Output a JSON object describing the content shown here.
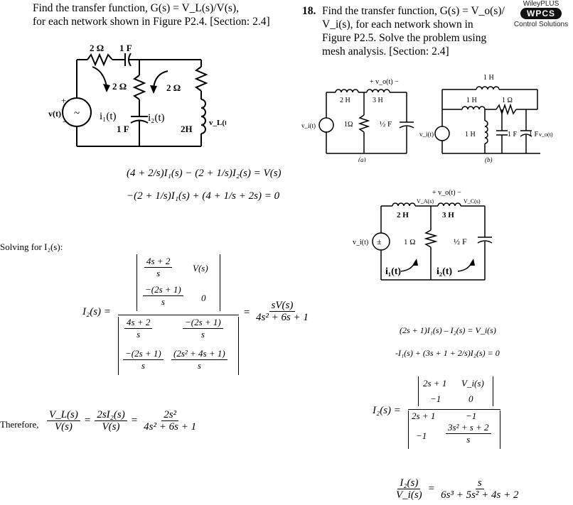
{
  "problem17": {
    "line1": "Find the transfer function, G(s) = V_L(s)/V(s),",
    "line2": "for each network shown in Figure P2.4. [Section: 2.4]"
  },
  "problem18": {
    "number": "18.",
    "line1": "Find the transfer function, G(s) = V_o(s)/",
    "line2": "V_i(s), for each network shown in",
    "line3": "Figure P2.5. Solve the problem using",
    "line4": "mesh analysis. [Section: 2.4]"
  },
  "brand": {
    "top": "WileyPLUS",
    "badge": "WPCS",
    "sub": "Control Solutions"
  },
  "circuit1": {
    "r1": "2 Ω",
    "c1": "1 F",
    "r2": "2 Ω",
    "r3": "2 Ω",
    "i1": "i₁(t)",
    "i2": "i₂(t)",
    "c2": "1 F",
    "l1": "2H",
    "vsrc": "v(t)",
    "vl": "v_L(t)",
    "plus": "+",
    "minus": "−"
  },
  "circuitA": {
    "vo": "+ v_o(t) −",
    "l1": "2 H",
    "l2": "3 H",
    "r": "1Ω",
    "c": "½ F",
    "vi": "v_i(t)",
    "label": "(a)"
  },
  "circuitB": {
    "l1": "1 H",
    "l2": "1 H",
    "r1": "1 Ω",
    "l3": "1 H",
    "c1": "1 F",
    "c2": "1 F",
    "vi": "v_i(t)",
    "vo": "v_o(t)",
    "label": "(b)"
  },
  "circuitC": {
    "vo": "+ v_o(t) −",
    "va": "V_A(s)",
    "vc": "V_C(s)",
    "l1": "2 H",
    "l2": "3 H",
    "r": "1 Ω",
    "c": "½ F",
    "vi": "v_i(t)",
    "i1": "i₁(t)",
    "i2": "i₂(t)"
  },
  "left_eqs": {
    "eq1": "(4 + 2/s)I₁(s) − (2 + 1/s)I₂(s) = V(s)",
    "eq2": "−(2 + 1/s)I₁(s) + (4 + 1/s + 2s) = 0",
    "solving": "Solving for I₂(s):",
    "i2_lhs": "I₂(s) =",
    "num_a_n": "4s + 2",
    "num_a_d": "s",
    "num_b": "V(s)",
    "num_c_n": "−(2s + 1)",
    "num_c_d": "s",
    "num_d": "0",
    "den_a_n": "4s + 2",
    "den_a_d": "s",
    "den_b_n": "−(2s + 1)",
    "den_b_d": "s",
    "den_c_n": "−(2s + 1)",
    "den_c_d": "s",
    "den_d_n": "(2s² + 4s + 1)",
    "den_d_d": "s",
    "eq_sign": "=",
    "res_n": "sV(s)",
    "res_d": "4s² + 6s + 1",
    "therefore": "Therefore,",
    "t_lhs_n": "V_L(s)",
    "t_lhs_d": "V(s)",
    "t_mid_n": "2sI₂(s)",
    "t_mid_d": "V(s)",
    "t_res_n": "2s²",
    "t_res_d": "4s² + 6s + 1"
  },
  "right_eqs": {
    "eq1": "(2s + 1)I₁(s) – I₂(s) = V_i(s)",
    "eq2": "-I₁(s) + (3s + 1 + 2/s)I₂(s) = 0",
    "i2_lhs": "I₂(s) =",
    "n11": "2s + 1",
    "n12": "V_i(s)",
    "n21": "−1",
    "n22": "0",
    "d11": "2s + 1",
    "d12": "−1",
    "d21": "−1",
    "d22_n": "3s² + s + 2",
    "d22_d": "s",
    "final_lhs_n": "I₂(s)",
    "final_lhs_d": "V_i(s)",
    "final_eq": "=",
    "final_n": "s",
    "final_d": "6s³ + 5s² + 4s + 2"
  }
}
